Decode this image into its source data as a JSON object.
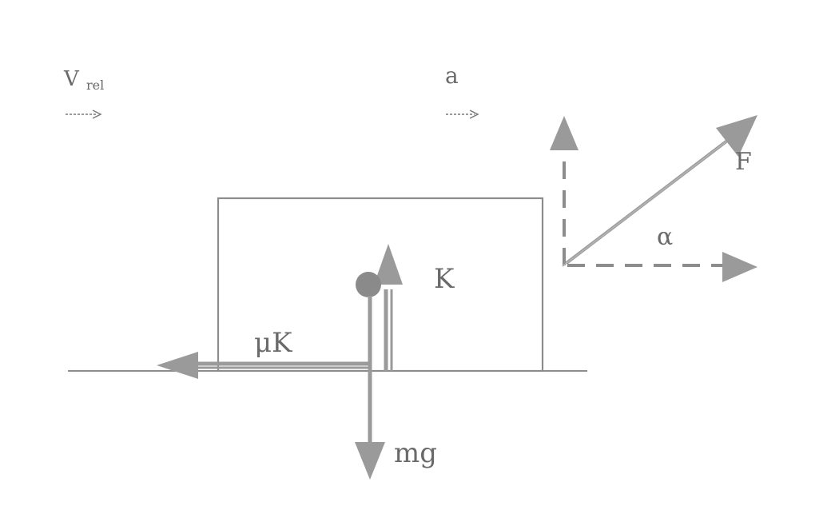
{
  "labels": {
    "v_rel_main": "V",
    "v_rel_sub": "rel",
    "acceleration": "a",
    "normal": "K",
    "friction": "μK",
    "gravity": "mg",
    "angle": "α",
    "force": "F"
  },
  "colors": {
    "line": "#8c8c8c",
    "arrow": "#9a9a9a",
    "text": "#6a6a6a",
    "background": "#ffffff"
  }
}
